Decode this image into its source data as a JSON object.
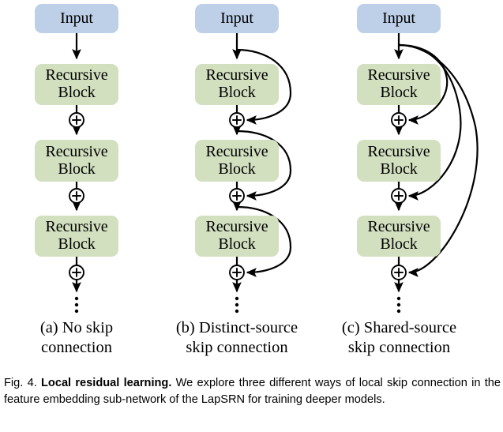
{
  "figure": {
    "id": "fig-4",
    "caption": {
      "prefix": "Fig. 4.",
      "bold": "Local residual learning.",
      "rest": "We explore three different ways of local skip connection in the feature embedding sub-network of the LapSRN for training deeper models."
    },
    "colors": {
      "input_fill": "#bdd0e8",
      "block_fill": "#d2e0c0",
      "stroke": "#000000",
      "background": "#ffffff"
    },
    "node_labels": {
      "input": "Input",
      "recursive_block": "Recursive\nBlock",
      "sum_operator": "+",
      "ellipsis": "⋮"
    },
    "panels": [
      {
        "key": "a",
        "label": "(a) No skip\nconnection",
        "skip_style": "none",
        "nodes": [
          {
            "type": "input",
            "label": "Input"
          },
          {
            "type": "block",
            "label": "Recursive\nBlock"
          },
          {
            "type": "sum",
            "label": "+"
          },
          {
            "type": "block",
            "label": "Recursive\nBlock"
          },
          {
            "type": "sum",
            "label": "+"
          },
          {
            "type": "block",
            "label": "Recursive\nBlock"
          },
          {
            "type": "sum",
            "label": "+"
          },
          {
            "type": "ellipsis",
            "label": "⋮"
          }
        ]
      },
      {
        "key": "b",
        "label": "(b) Distinct-source\nskip connection",
        "skip_style": "distinct-source",
        "nodes": [
          {
            "type": "input",
            "label": "Input"
          },
          {
            "type": "block",
            "label": "Recursive\nBlock"
          },
          {
            "type": "sum",
            "label": "+"
          },
          {
            "type": "block",
            "label": "Recursive\nBlock"
          },
          {
            "type": "sum",
            "label": "+"
          },
          {
            "type": "block",
            "label": "Recursive\nBlock"
          },
          {
            "type": "sum",
            "label": "+"
          },
          {
            "type": "ellipsis",
            "label": "⋮"
          }
        ]
      },
      {
        "key": "c",
        "label": "(c) Shared-source\nskip connection",
        "skip_style": "shared-source",
        "nodes": [
          {
            "type": "input",
            "label": "Input"
          },
          {
            "type": "block",
            "label": "Recursive\nBlock"
          },
          {
            "type": "sum",
            "label": "+"
          },
          {
            "type": "block",
            "label": "Recursive\nBlock"
          },
          {
            "type": "sum",
            "label": "+"
          },
          {
            "type": "block",
            "label": "Recursive\nBlock"
          },
          {
            "type": "sum",
            "label": "+"
          },
          {
            "type": "ellipsis",
            "label": "⋮"
          }
        ]
      }
    ]
  }
}
